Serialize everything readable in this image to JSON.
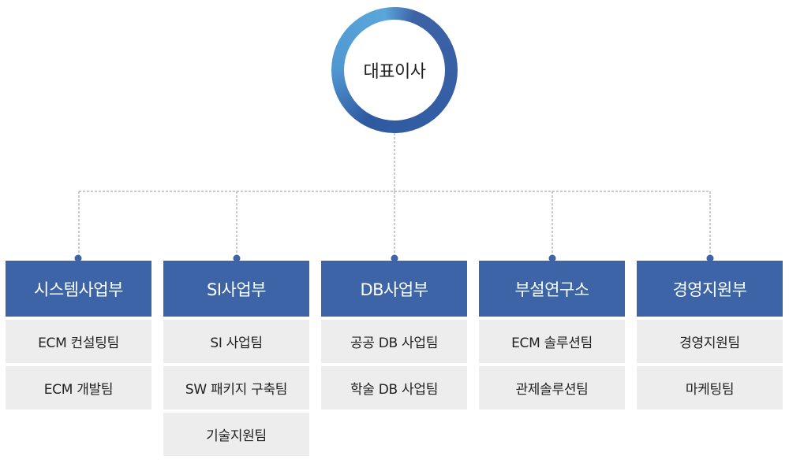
{
  "ceo": {
    "label": "대표이사"
  },
  "departments": [
    {
      "name": "시스템사업부",
      "teams": [
        "ECM 컨설팅팀",
        "ECM 개발팀"
      ]
    },
    {
      "name": "SI사업부",
      "teams": [
        "SI 사업팀",
        "SW 패키지 구축팀",
        "기술지원팀"
      ]
    },
    {
      "name": "DB사업부",
      "teams": [
        "공공 DB 사업팀",
        "학술 DB 사업팀"
      ]
    },
    {
      "name": "부설연구소",
      "teams": [
        "ECM 솔루션팀",
        "관제솔루션팀"
      ]
    },
    {
      "name": "경영지원부",
      "teams": [
        "경영지원팀",
        "마케팅팀"
      ]
    }
  ],
  "colors": {
    "dept_header": "#3c64a7",
    "team_bg": "#ededed",
    "connector": "#9a9a9a",
    "node_dot": "#3c64a7"
  }
}
